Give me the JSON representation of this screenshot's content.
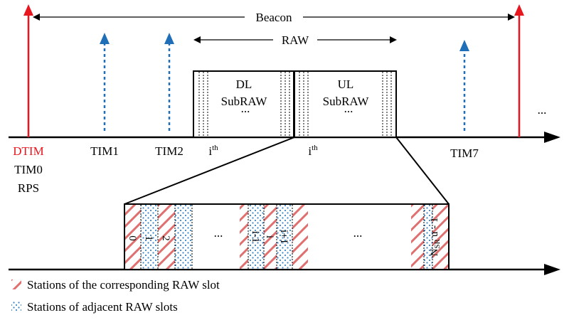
{
  "top": {
    "beacon_label": "Beacon",
    "raw_label": "RAW",
    "dl_label_line1": "DL",
    "dl_label_line2": "SubRAW",
    "ul_label_line1": "UL",
    "ul_label_line2": "SubRAW",
    "dots_dl": "...",
    "dots_ul": "...",
    "dots_right": "...",
    "ith_left": "i",
    "ith_right": "i",
    "ith_sup": "th",
    "dtim_label": "DTIM",
    "tim0_label": "TIM0",
    "rps_label": "RPS",
    "tim1_label": "TIM1",
    "tim2_label": "TIM2",
    "tim7_label": "TIM7"
  },
  "bottom": {
    "slot0": "0",
    "slot1": "1",
    "slot2": "2",
    "slot_im1": "i-1",
    "slot_i": "i",
    "slot_ip1": "i+1",
    "slot_n_main": "N",
    "slot_n_sub": "SR",
    "slot_n_tail": "u - 1",
    "dots_mid1": "...",
    "dots_mid2": "..."
  },
  "legend": {
    "corresponding": "Stations of the corresponding RAW slot",
    "adjacent": "Stations of adjacent RAW slots"
  },
  "colors": {
    "red": "#e8161e",
    "blue": "#1f6fb8",
    "hatch_red": "#e05050",
    "dot_blue": "#3a86c8"
  }
}
